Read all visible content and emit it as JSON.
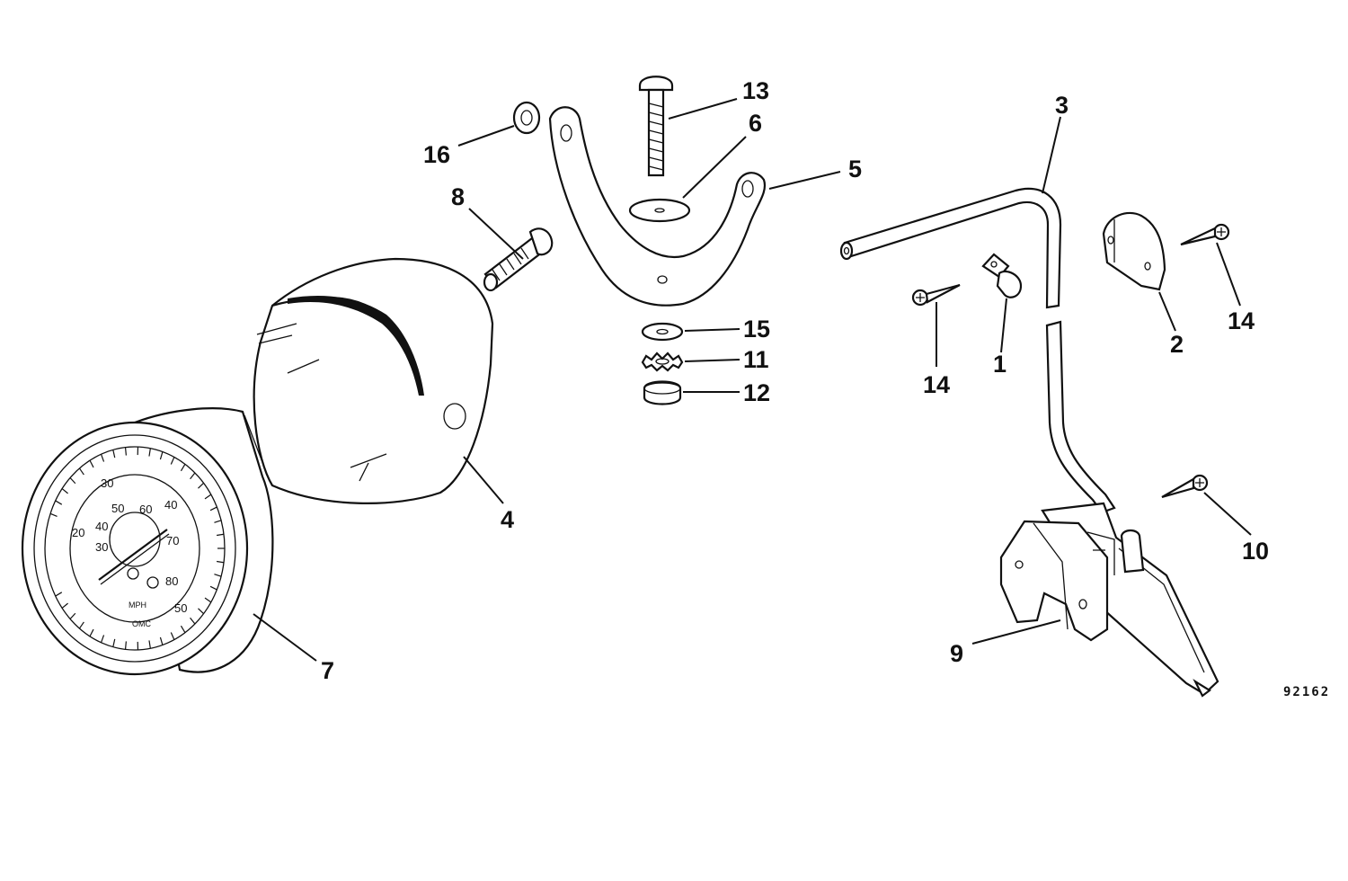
{
  "diagram": {
    "part_numbers": {
      "p1": "1",
      "p2": "2",
      "p3": "3",
      "p4": "4",
      "p5": "5",
      "p6": "6",
      "p7": "7",
      "p8": "8",
      "p9": "9",
      "p10": "10",
      "p11": "11",
      "p12": "12",
      "p13": "13",
      "p14_left": "14",
      "p14_right": "14",
      "p15": "15",
      "p16": "16"
    },
    "drawing_code": "92162",
    "speedometer_dial": {
      "outer_scale": [
        "20",
        "30",
        "40",
        "50"
      ],
      "inner_scale": [
        "30",
        "40",
        "50",
        "60",
        "70",
        "80"
      ],
      "unit_label": "MPH",
      "brand_label": "OMC"
    }
  }
}
